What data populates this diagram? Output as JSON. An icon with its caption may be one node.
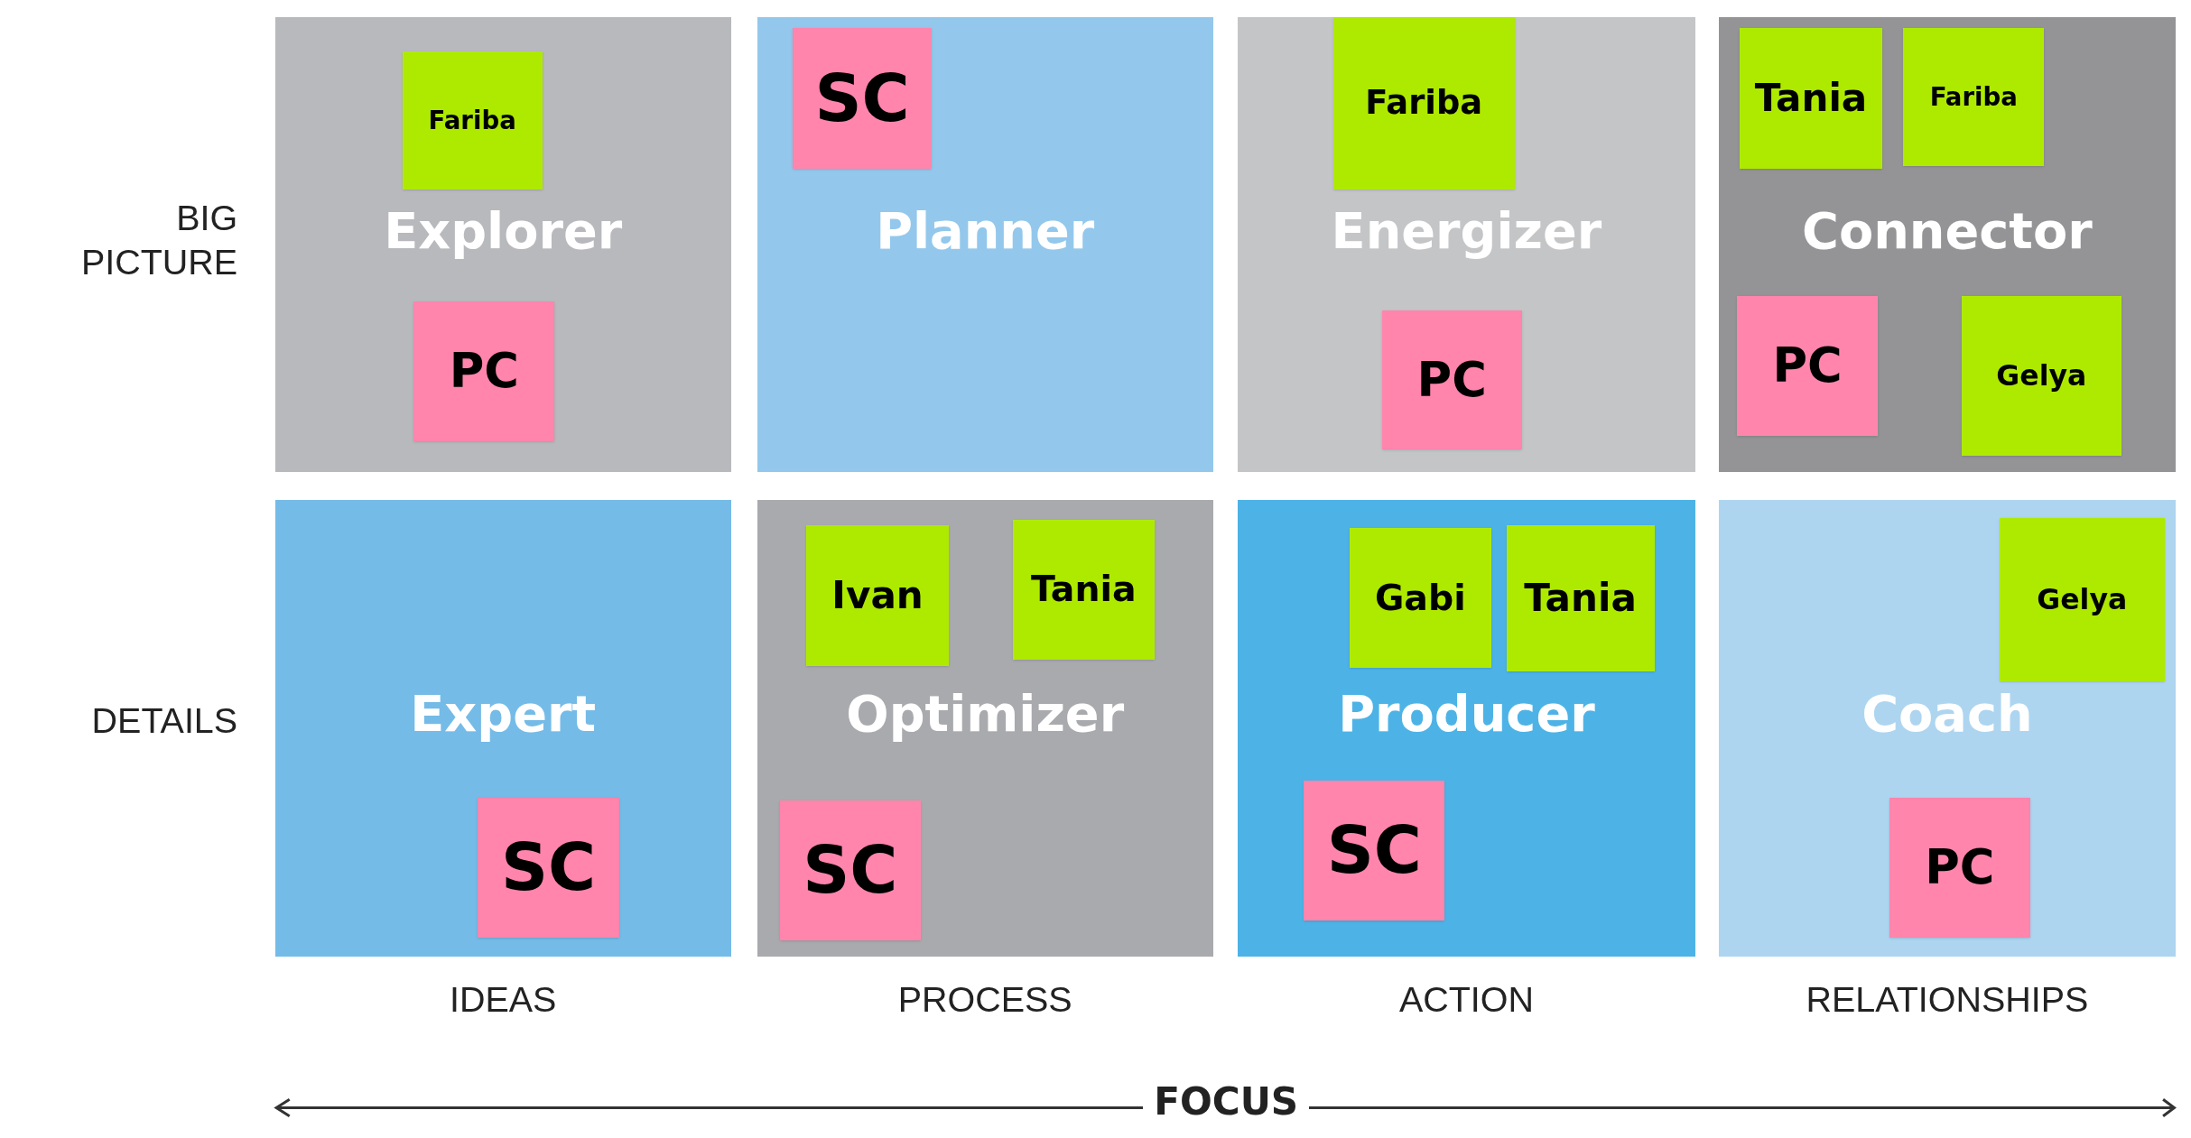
{
  "diagram": {
    "nodes": [
      {
        "text": [
          "Explorer"
        ]
      },
      {
        "text": [
          "Fariba"
        ],
        "in": 0
      },
      {
        "text": [
          "PC"
        ],
        "in": 0
      },
      {
        "text": [
          "Planner"
        ]
      },
      {
        "text": [
          "SC"
        ],
        "in": 3
      },
      {
        "text": [
          "Energizer"
        ]
      },
      {
        "text": [
          "Fariba"
        ],
        "in": 5
      },
      {
        "text": [
          "PC"
        ],
        "in": 5
      },
      {
        "text": [
          "Connector"
        ]
      },
      {
        "text": [
          "Tania"
        ],
        "in": 8
      },
      {
        "text": [
          "Fariba"
        ],
        "in": 8
      },
      {
        "text": [
          "PC"
        ],
        "in": 8
      },
      {
        "text": [
          "Gelya"
        ],
        "in": 8
      },
      {
        "text": [
          "Expert"
        ]
      },
      {
        "text": [
          "SC"
        ],
        "in": 13
      },
      {
        "text": [
          "Optimizer"
        ]
      },
      {
        "text": [
          "Ivan"
        ],
        "in": 15
      },
      {
        "text": [
          "Tania"
        ],
        "in": 15
      },
      {
        "text": [
          "SC"
        ],
        "in": 15
      },
      {
        "text": [
          "Producer"
        ]
      },
      {
        "text": [
          "Gabi"
        ],
        "in": 19
      },
      {
        "text": [
          "Tania"
        ],
        "in": 19
      },
      {
        "text": [
          "SC"
        ],
        "in": 19
      },
      {
        "text": [
          "Coach"
        ]
      },
      {
        "text": [
          "Gelya"
        ],
        "in": 23
      },
      {
        "text": [
          "PC"
        ],
        "in": 23
      }
    ],
    "labels": [
      "BIG PICTURE",
      "DETAILS",
      "IDEAS",
      "PROCESS",
      "ACTION",
      "RELATIONSHIPS",
      "FOCUS"
    ]
  }
}
